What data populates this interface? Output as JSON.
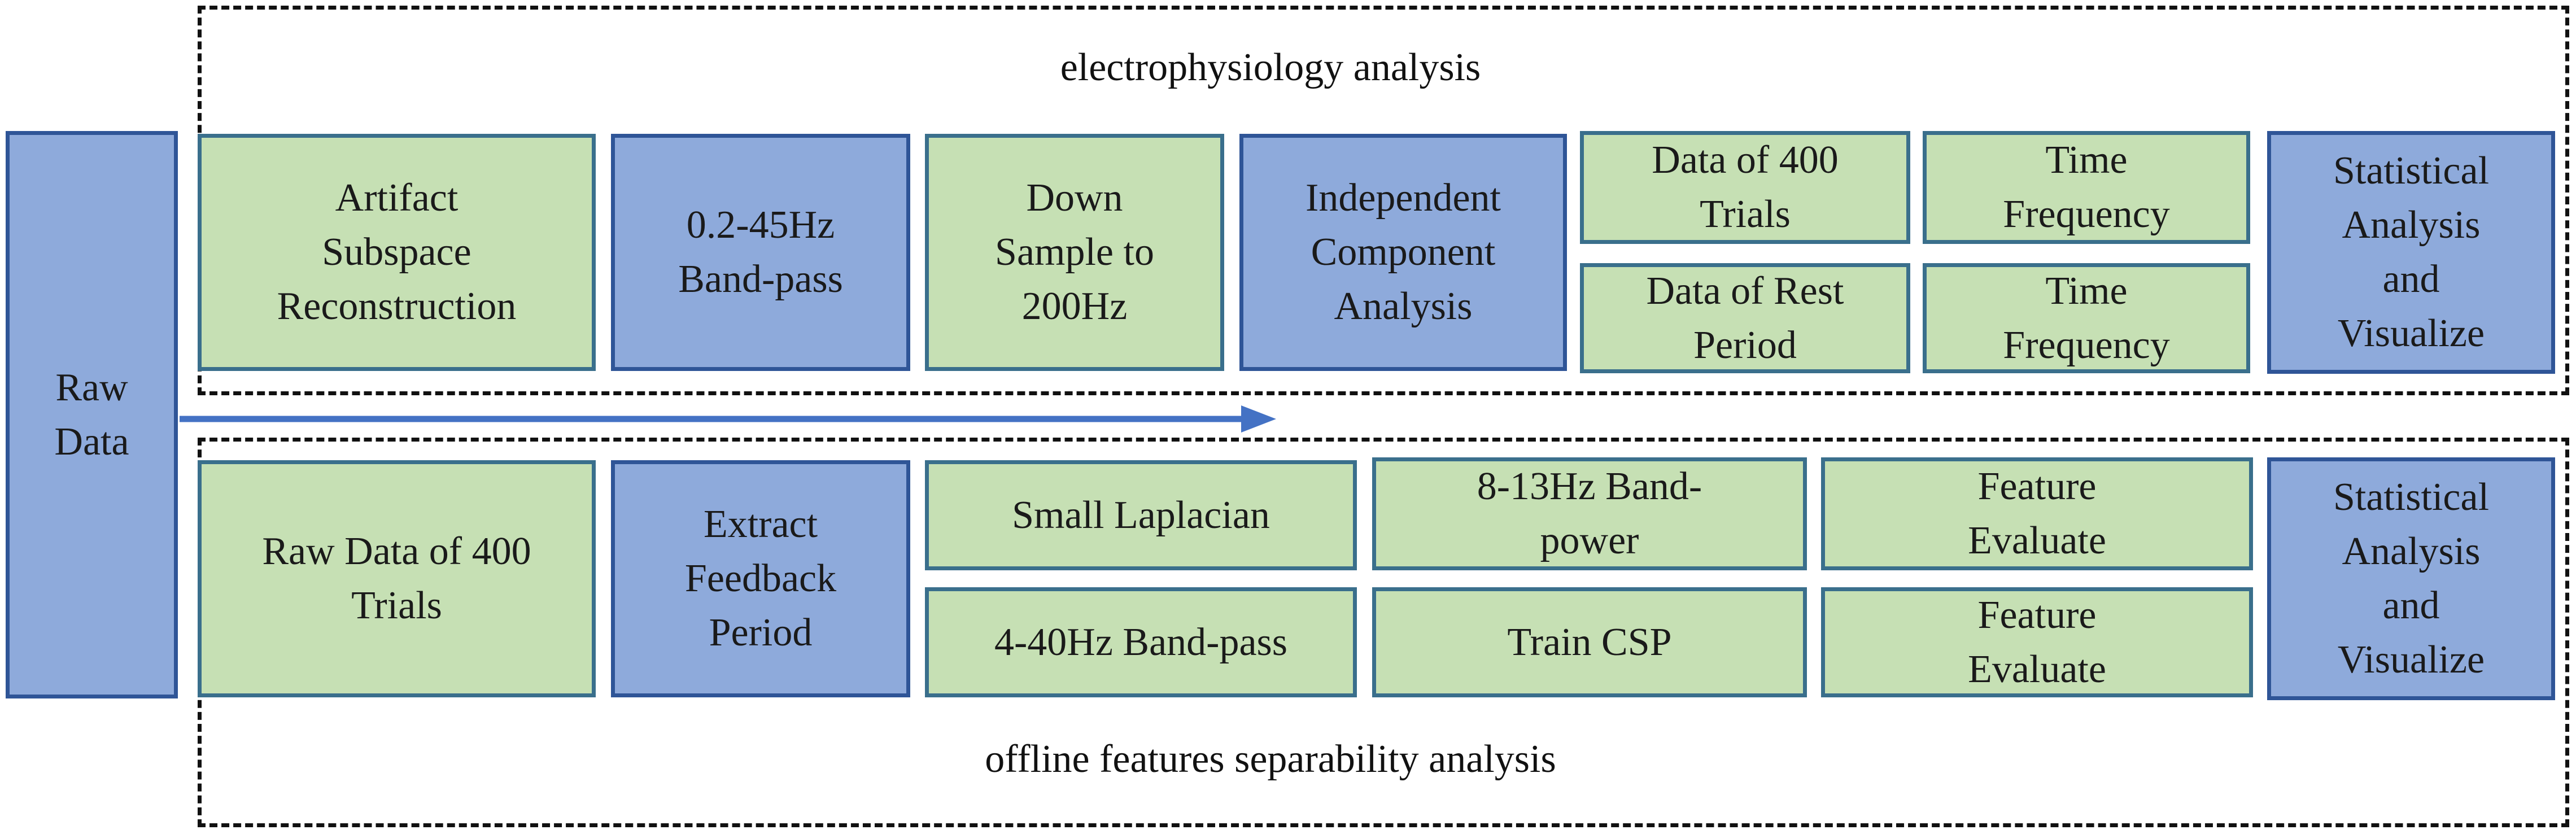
{
  "diagram": {
    "raw_data": "Raw\nData",
    "top_region": {
      "title": "electrophysiology analysis",
      "steps": [
        "Artifact\nSubspace\nReconstruction",
        "0.2-45Hz\nBand-pass",
        "Down\nSample to\n200Hz",
        "Independent\nComponent\nAnalysis",
        "Data of 400\nTrials",
        "Data of Rest\nPeriod",
        "Time\nFrequency",
        "Time\nFrequency",
        "Statistical\nAnalysis\nand\nVisualize"
      ]
    },
    "bottom_region": {
      "title": "offline features separability analysis",
      "steps": [
        "Raw Data of 400\nTrials",
        "Extract\nFeedback\nPeriod",
        "Small Laplacian",
        "4-40Hz Band-pass",
        "8-13Hz Band-\npower",
        "Train CSP",
        "Feature\nEvaluate",
        "Feature\nEvaluate",
        "Statistical\nAnalysis\nand\nVisualize"
      ]
    },
    "colors": {
      "process_fill": "#c6e0b4",
      "key_fill": "#8eaadb",
      "arrow": "#4472c4"
    }
  }
}
